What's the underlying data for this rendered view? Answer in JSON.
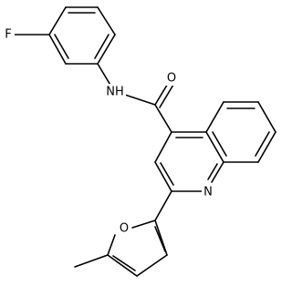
{
  "molecule": {
    "atoms": {
      "fluorine": "F",
      "amide_nitrogen": "NH",
      "carbonyl_oxygen": "O",
      "quinoline_nitrogen": "N",
      "furan_oxygen": "O"
    },
    "colors": {
      "bond": "#000000",
      "label": "#000000",
      "background": "#ffffff"
    }
  }
}
